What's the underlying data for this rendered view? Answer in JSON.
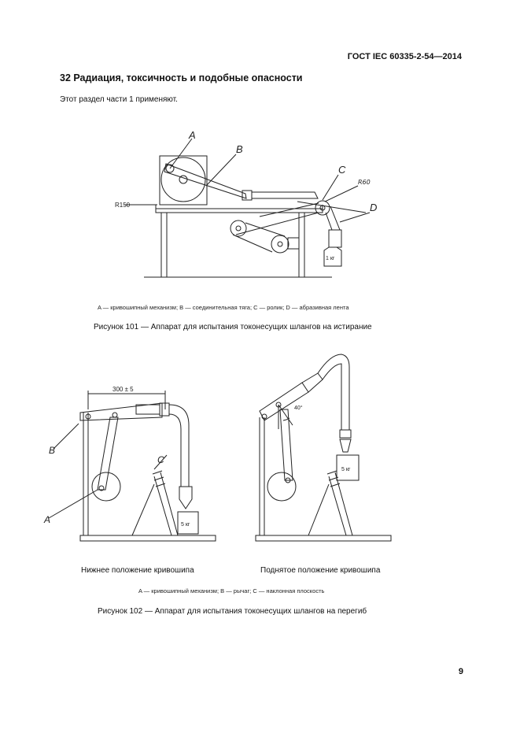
{
  "header": {
    "standard": "ГОСТ IEC 60335-2-54—2014"
  },
  "section": {
    "title": "32 Радиация, токсичность и подобные опасности",
    "intro": "Этот раздел части 1 применяют."
  },
  "figure101": {
    "labels": {
      "a": "A",
      "b": "B",
      "c": "C",
      "d": "D",
      "r150": "R150",
      "r60": "R60",
      "weight": "1 кг"
    },
    "legend": "A — кривошипный механизм; B — соединительная тяга; C — ролик; D — абразивная лента",
    "caption": "Рисунок 101 — Аппарат для испытания токонесущих шлангов на истирание"
  },
  "figure102": {
    "labels": {
      "a": "A",
      "b": "B",
      "c": "C",
      "dimension": "300 ± 5",
      "weight_left": "5 кг",
      "weight_right": "5 кг",
      "angle": "40°"
    },
    "position_left": "Нижнее положение кривошипа",
    "position_right": "Поднятое положение кривошипа",
    "legend": "A — кривошипный механизм; B — рычаг; C — наклонная плоскость",
    "caption": "Рисунок 102 — Аппарат для испытания токонесущих шлангов на перегиб"
  },
  "footer": {
    "page_number": "9"
  }
}
